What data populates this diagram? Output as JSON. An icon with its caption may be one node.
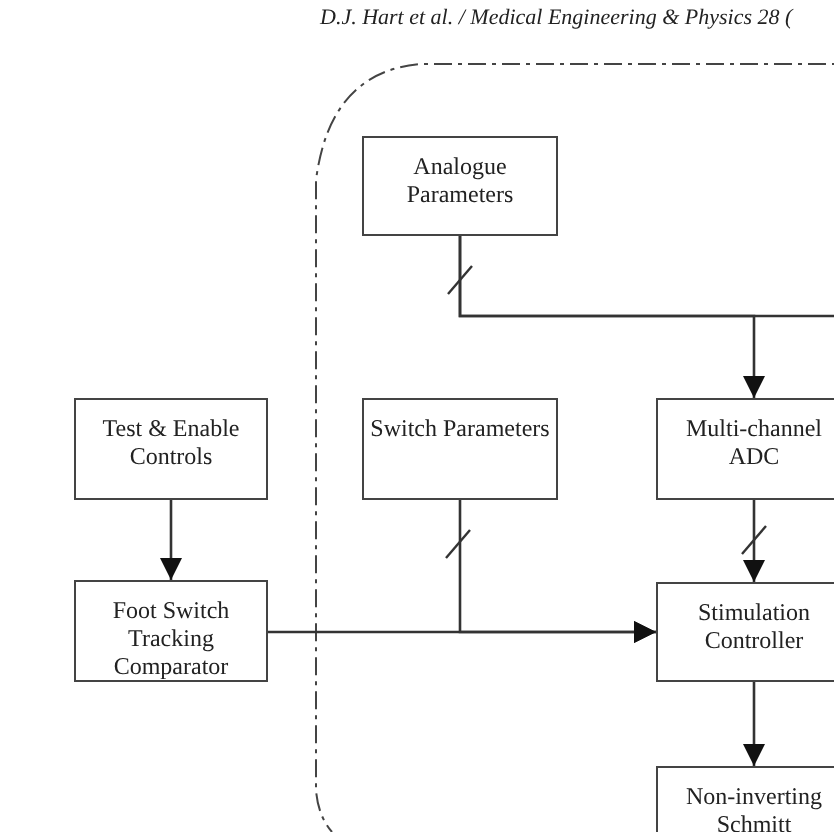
{
  "diagram": {
    "nodes": [
      {
        "text": [
          "Analogue Parameters"
        ]
      },
      {
        "text": [
          "Test & Enable Controls"
        ]
      },
      {
        "text": [
          "Switch Parameters"
        ]
      },
      {
        "text": [
          "Multi-channel ADC"
        ]
      },
      {
        "text": [
          "Foot Switch Tracking Comparator"
        ]
      },
      {
        "text": [
          "Stimulation Controller"
        ]
      },
      {
        "text": [
          "Non-inverting Schmitt"
        ]
      }
    ],
    "edges": [
      {
        "from": 0,
        "to": 3,
        "arrow": "to"
      },
      {
        "from": 0,
        "to": null,
        "arrow": "none"
      },
      {
        "from": 1,
        "to": 4,
        "arrow": "to"
      },
      {
        "from": 4,
        "to": 5,
        "arrow": "to"
      },
      {
        "from": 2,
        "to": 5,
        "arrow": "to"
      },
      {
        "from": 3,
        "to": 5,
        "arrow": "to"
      },
      {
        "from": 5,
        "to": 6,
        "arrow": "to"
      }
    ],
    "labels": [
      "D.J. Hart et al. / Medical Engineering & Physics 28 ("
    ]
  }
}
